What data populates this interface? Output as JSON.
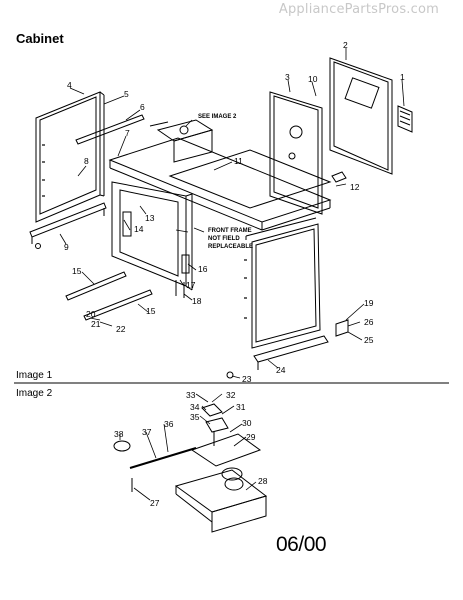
{
  "watermark": "AppliancePartsPros.com",
  "title": "Cabinet",
  "sections": {
    "image1": "Image 1",
    "image2": "Image 2"
  },
  "notes": {
    "see_image": "SEE IMAGE 2",
    "front_frame": [
      "FRONT FRAME",
      "NOT FIELD",
      "REPLACEABLE"
    ]
  },
  "image1_callouts": [
    "1",
    "2",
    "3",
    "4",
    "5",
    "6",
    "7",
    "8",
    "9",
    "10",
    "11",
    "12",
    "13",
    "14",
    "15",
    "15",
    "16",
    "17",
    "18",
    "19",
    "20",
    "21",
    "22",
    "23",
    "24",
    "25",
    "26"
  ],
  "image2_callouts": [
    "27",
    "28",
    "29",
    "30",
    "31",
    "32",
    "33",
    "34",
    "35",
    "36",
    "37",
    "38"
  ],
  "revision": "06/00"
}
